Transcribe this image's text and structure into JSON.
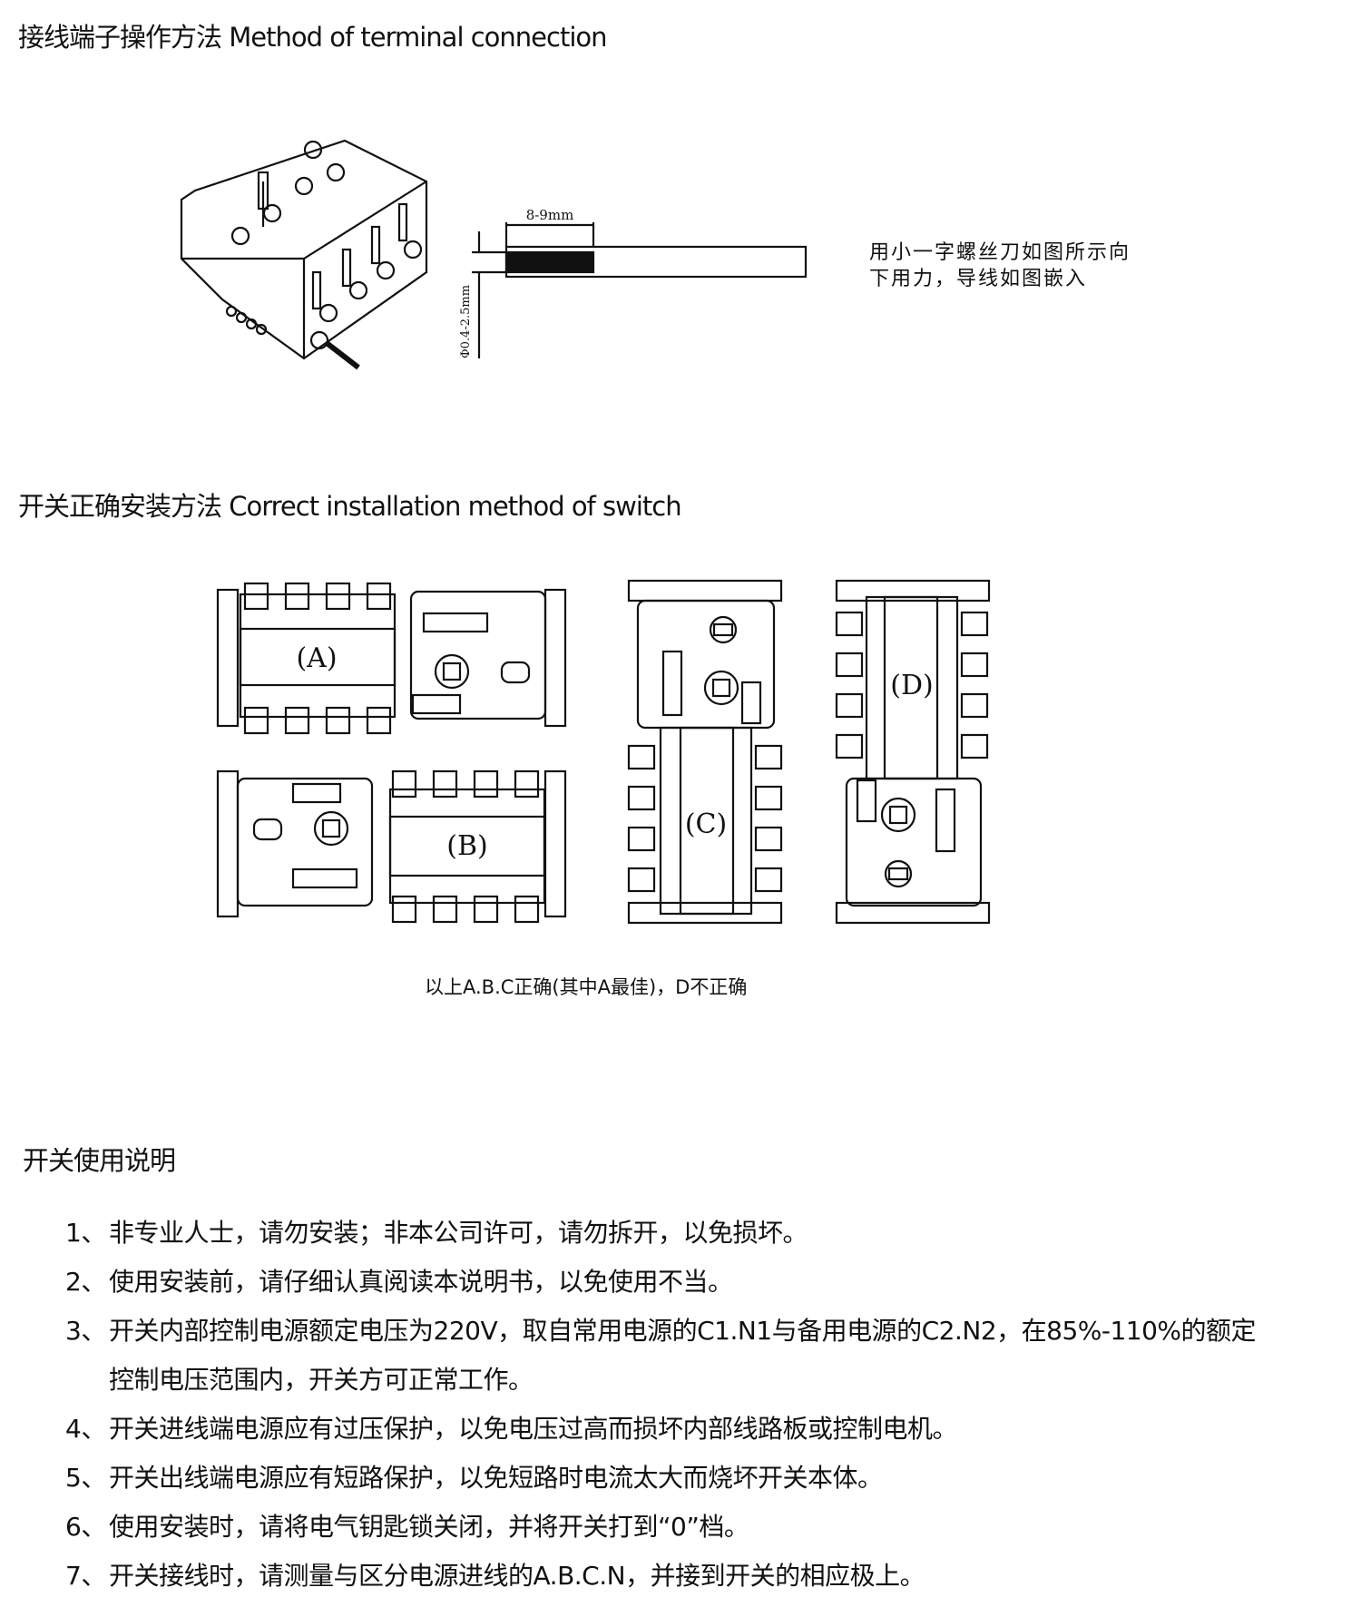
{
  "sections": {
    "terminal": {
      "title": "接线端子操作方法 Method of terminal connection",
      "strip_length_label": "8-9mm",
      "diameter_label": "Φ0.4-2.5mm",
      "note_line1": "用小一字螺丝刀如图所示向",
      "note_line2": "下用力，导线如图嵌入"
    },
    "installation": {
      "title": "开关正确安装方法 Correct installation method of switch",
      "labels": [
        "(A)",
        "(B)",
        "(C)",
        "(D)"
      ],
      "caption": "以上A.B.C正确(其中A最佳)，D不正确"
    },
    "usage": {
      "title": "开关使用说明",
      "items": [
        {
          "num": "1、",
          "text": "非专业人士，请勿安装；非本公司许可，请勿拆开，以免损坏。"
        },
        {
          "num": "2、",
          "text": "使用安装前，请仔细认真阅读本说明书，以免使用不当。"
        },
        {
          "num": "3、",
          "text": "开关内部控制电源额定电压为220V，取自常用电源的C1.N1与备用电源的C2.N2，在85%-110%的额定",
          "cont": "控制电压范围内，开关方可正常工作。"
        },
        {
          "num": "4、",
          "text": "开关进线端电源应有过压保护，以免电压过高而损坏内部线路板或控制电机。"
        },
        {
          "num": "5、",
          "text": "开关出线端电源应有短路保护，以免短路时电流太大而烧坏开关本体。"
        },
        {
          "num": "6、",
          "text": "使用安装时，请将电气钥匙锁关闭，并将开关打到“0”档。"
        },
        {
          "num": "7、",
          "text": "开关接线时，请测量与区分电源进线的A.B.C.N，并接到开关的相应极上。"
        }
      ]
    }
  }
}
